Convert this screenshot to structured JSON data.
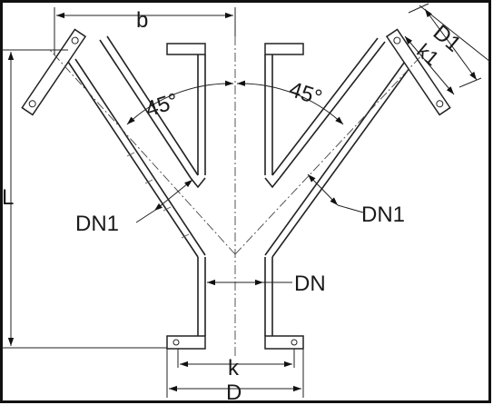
{
  "labels": {
    "b": "b",
    "L": "L",
    "D": "D",
    "k": "k",
    "DN": "DN",
    "DN1_left": "DN1",
    "DN1_right": "DN1",
    "D1": "D1",
    "k1": "k1",
    "angle_left": "45°",
    "angle_right": "45°"
  },
  "colors": {
    "line": "#222222",
    "background": "#ffffff"
  }
}
